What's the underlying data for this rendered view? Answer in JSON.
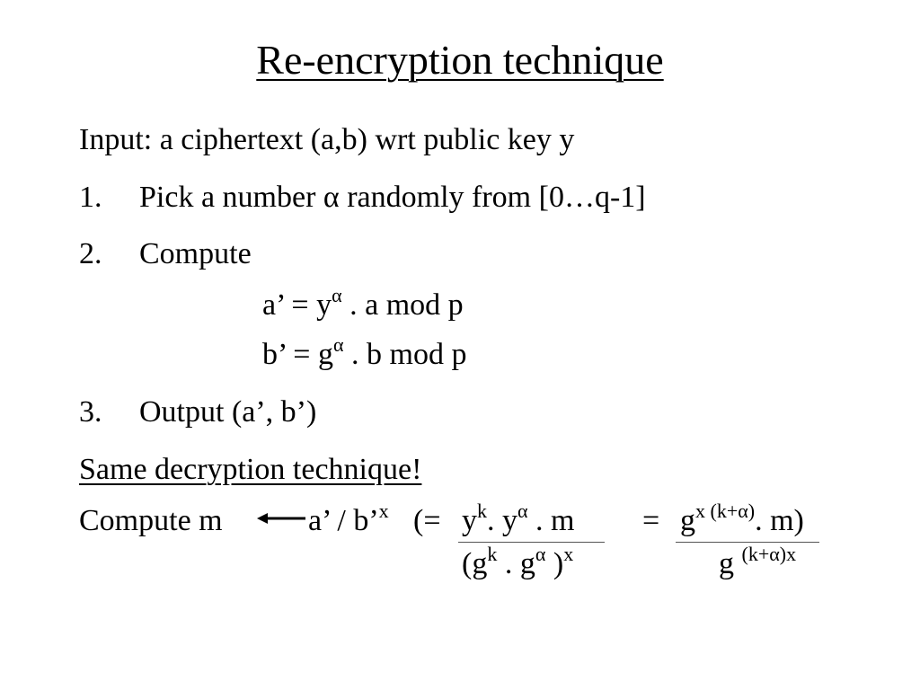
{
  "slide": {
    "title": "Re-encryption technique",
    "input_line": "Input: a ciphertext (a,b) wrt public key y",
    "steps": [
      {
        "number": "1.",
        "text_before": "Pick a number ",
        "alpha": "α",
        "text_after": " randomly from [0…q-1]"
      },
      {
        "number": "2.",
        "text": "Compute"
      },
      {
        "number": "3.",
        "text": "Output  (a’, b’)"
      }
    ],
    "formulas": [
      {
        "lhs": "a’ = y",
        "exp": "α",
        "rhs": " . a mod p"
      },
      {
        "lhs": "b’ = g",
        "exp": "α",
        "rhs": " . b mod p"
      }
    ],
    "same_decryption": "Same decryption technique!",
    "compute": {
      "label": "Compute  m",
      "expr_base": "a’ / b’",
      "expr_exp": "x",
      "open_paren": "(=",
      "num1_y": "y",
      "num1_k": "k",
      "num1_mid": ". y",
      "num1_alpha": "α",
      "num1_end": " . m",
      "den1_open": "(g",
      "den1_k": "k",
      "den1_mid": " . g",
      "den1_alpha": "α",
      "den1_close": " )",
      "den1_exp": "x",
      "equals": "=",
      "num2_g": "g",
      "num2_exp": "x (k+α)",
      "num2_end": ". m)",
      "den2_g": "g",
      "den2_exp": "(k+α)x"
    }
  }
}
